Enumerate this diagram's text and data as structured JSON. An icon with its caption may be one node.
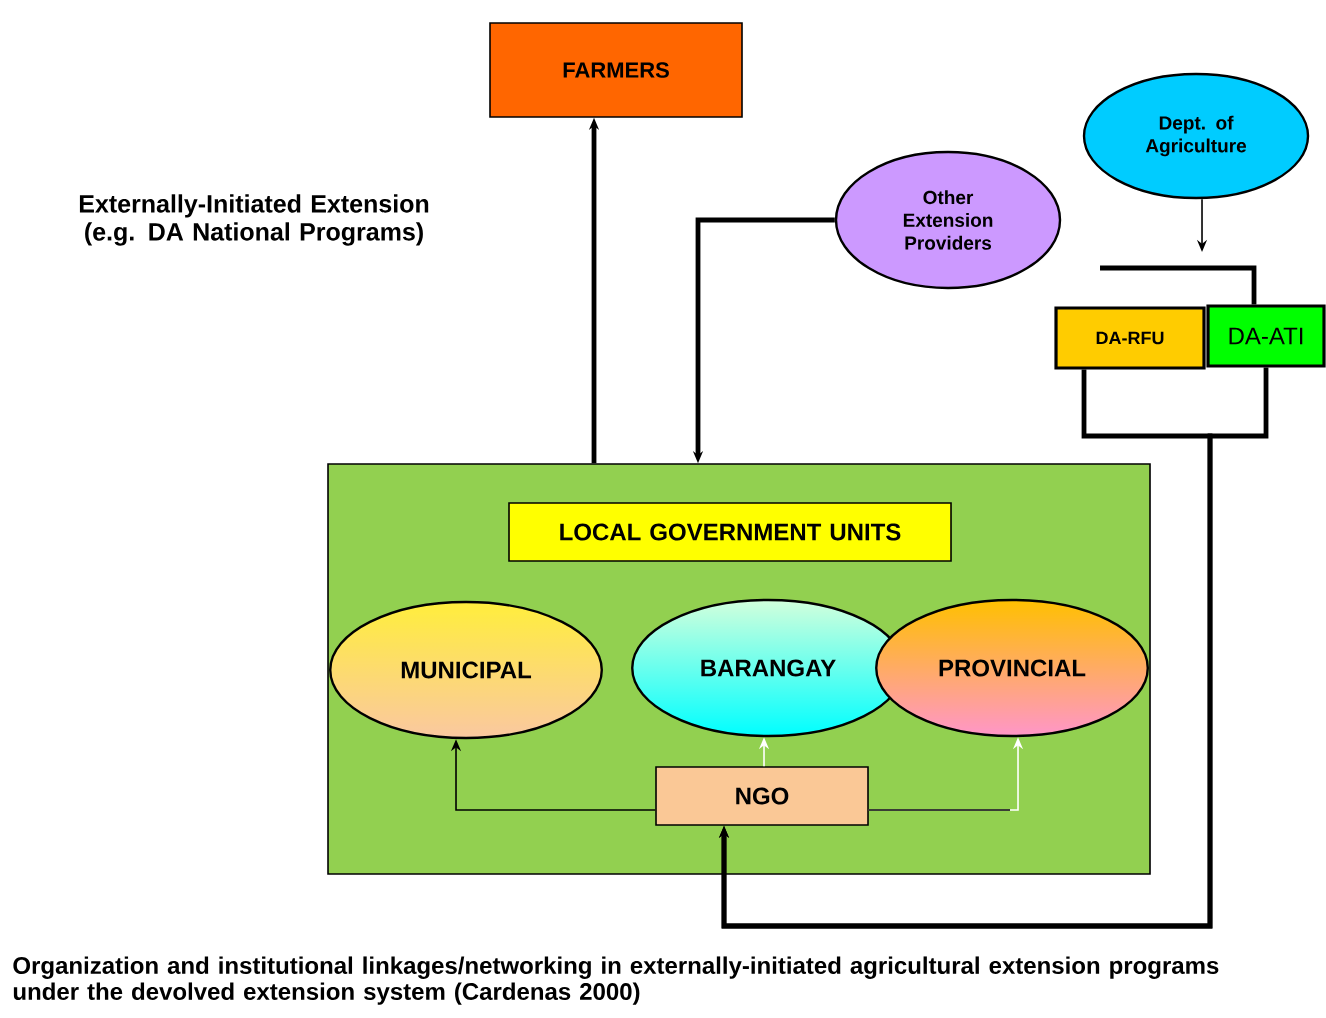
{
  "diagram": {
    "caption": "Organization and institutional linkages/networking in externally-initiated agricultural extension programs under the devolved extension system (Cardenas 2000)",
    "nodes": [
      {
        "text": [
          "FARMERS"
        ]
      },
      {
        "text": [
          "Other Extension Providers"
        ]
      },
      {
        "text": [
          "Dept. of Agriculture"
        ]
      },
      {
        "text": [
          "DA-RFU"
        ]
      },
      {
        "text": [
          "DA-ATI"
        ]
      },
      {
        "text": [],
        "shape": "box"
      },
      {
        "text": [
          "LOCAL GOVERNMENT UNITS"
        ],
        "in": 5
      },
      {
        "text": [
          "MUNICIPAL"
        ],
        "in": 5
      },
      {
        "text": [
          "BARANGAY"
        ],
        "in": 5
      },
      {
        "text": [
          "PROVINCIAL"
        ],
        "in": 5
      },
      {
        "text": [
          "NGO"
        ],
        "in": 5
      }
    ],
    "edges": [
      {
        "from": 5,
        "to": 0,
        "arrow": "to"
      },
      {
        "from": 1,
        "to": 5,
        "arrow": "to"
      },
      {
        "from": 2,
        "to": null,
        "arrow": "to"
      },
      {
        "from": null,
        "to": 4,
        "arrow": "none"
      },
      {
        "from": 3,
        "to": 10,
        "arrow": "to"
      },
      {
        "from": 4,
        "to": 10,
        "arrow": "to"
      },
      {
        "from": 10,
        "to": 7,
        "arrow": "to"
      },
      {
        "from": 10,
        "to": 8,
        "arrow": "to",
        "color": "#ffffff"
      },
      {
        "from": 10,
        "to": 9,
        "arrow": "to",
        "color": "#ffffff"
      }
    ],
    "labels": [
      "Externally-Initiated Extension (e.g. DA National Programs)"
    ]
  }
}
